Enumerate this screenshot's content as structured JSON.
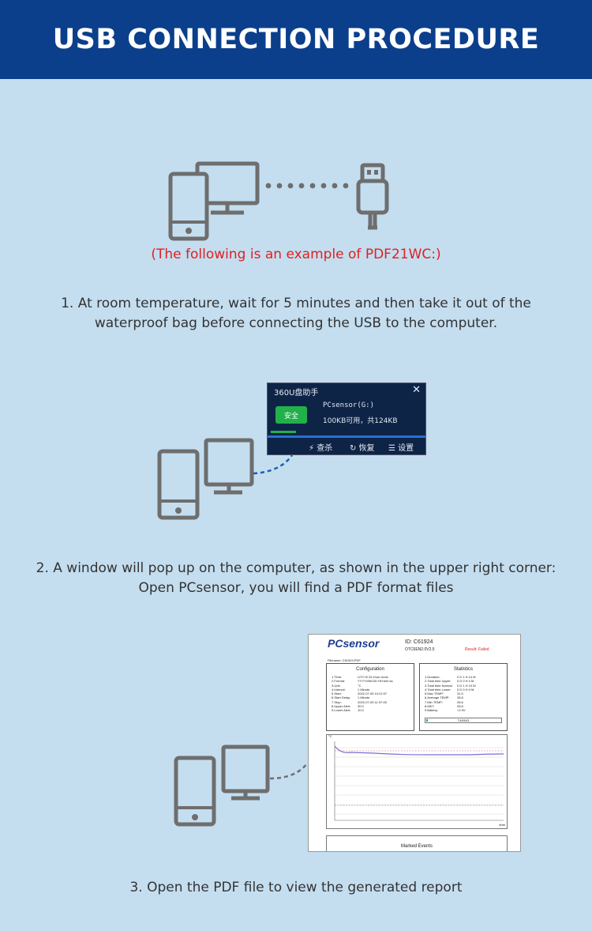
{
  "header": {
    "title": "USB CONNECTION PROCEDURE"
  },
  "note": "(The following is an example of PDF21WC:)",
  "steps": [
    "1. At room temperature, wait for 5 minutes and then take it out of the waterproof bag before connecting the USB to the computer.",
    "2. A window will pop up on the computer, as shown in the upper right corner: Open PCsensor, you will find a PDF format files",
    "3. Open the PDF file to view the generated report"
  ],
  "popup": {
    "title": "360U盘助手",
    "close": "✕",
    "badge": "安全",
    "device_name": "PCsensor(G:)",
    "space": "100KB可用，共124KB",
    "actions": [
      "⚡ 查杀",
      "↻ 恢复",
      "☰ 设置"
    ]
  },
  "report": {
    "logo": "PCsensor",
    "id": "ID: C61924",
    "firmware": "OTC6EN2.0V2.5",
    "result": "Result: Failed",
    "filename": "Filename: C61924.PDF",
    "configuration": {
      "title": "Configuration",
      "rows": [
        [
          "1.Time:",
          "UTC+8 24-Hour clock"
        ],
        [
          "2.Format:",
          "YYYY.MM.DD HH:mm:ss"
        ],
        [
          "3.Unit:",
          "°C"
        ],
        [
          "4.Interval:",
          "1 Minute"
        ],
        [
          "5.Start:",
          "2022-07-05 10:22:07"
        ],
        [
          "6.Start Delay:",
          "1 Minute"
        ],
        [
          "7.Stop:",
          "2022-07-05 11:37:45"
        ],
        [
          "8.Upper Alert:",
          "30.0"
        ],
        [
          "9.Lower Alert:",
          "10.0"
        ]
      ]
    },
    "statistics": {
      "title": "Statistics",
      "rows": [
        [
          "1.Duration:",
          "0 D 1 H 14 M"
        ],
        [
          "2.Total time Upper:",
          "0 D 0 H 4 M"
        ],
        [
          "3.Total time Normal:",
          "0 D 1 H 10 M"
        ],
        [
          "4.Total time Lower:",
          "0 D 0 H 0 M"
        ],
        [
          "5.Max TEMP:",
          "31.0"
        ],
        [
          "6.Average TEMP:",
          "28.8"
        ],
        [
          "7.Min TEMP:",
          "28.6"
        ],
        [
          "8.MKT:",
          "28.8"
        ],
        [
          "9.Battery:",
          ">2.9V"
        ]
      ],
      "status": "T4/6543"
    },
    "chart_unit": "°C",
    "x_axis_label": "time",
    "marked_events": "Marked Events"
  },
  "colors": {
    "header_bg": "#0b3f8c",
    "page_bg": "#c4def0",
    "note_red": "#e02020",
    "icon_gray": "#6e6e6e",
    "line_blue": "#1f5fb0"
  }
}
